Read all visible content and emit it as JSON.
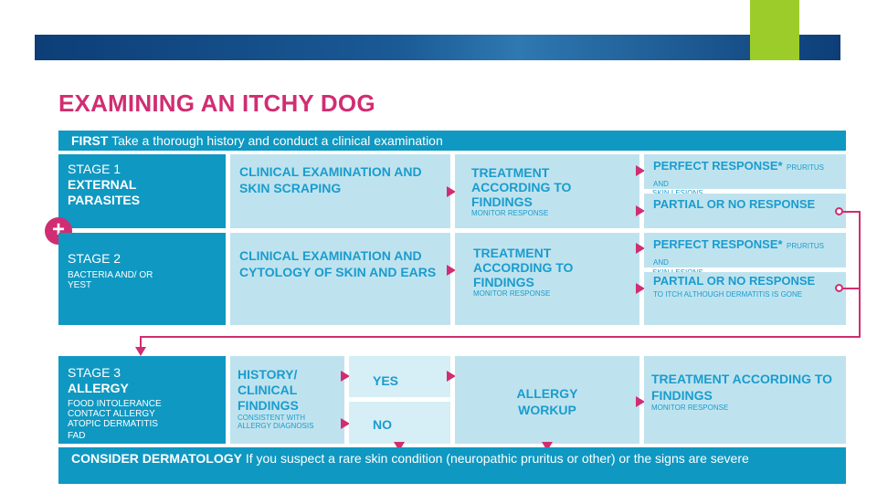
{
  "title": "EXAMINING AN ITCHY DOG",
  "first": {
    "bold": "FIRST",
    "text": "Take a thorough history and conduct a clinical examination"
  },
  "stage1": {
    "title_line1": "STAGE 1",
    "title_line2": "EXTERNAL",
    "title_line3": "PARASITES",
    "exam": "CLINICAL EXAMINATION AND SKIN SCRAPING",
    "treatment": "TREATMENT ACCORDING TO FINDINGS",
    "monitor": "MONITOR RESPONSE",
    "perfect": "PERFECT RESPONSE*",
    "perfect_note": "PRURITUS AND",
    "perfect_note2": "SKIN LESIONS",
    "partial": "PARTIAL OR NO RESPONSE"
  },
  "stage2": {
    "title": "STAGE 2",
    "sub": "BACTERIA AND/ OR YEST",
    "exam": "CLINICAL EXAMINATION AND CYTOLOGY OF SKIN AND EARS",
    "treatment": "TREATMENT ACCORDING TO FINDINGS",
    "monitor": "MONITOR RESPONSE",
    "perfect": "PERFECT RESPONSE*",
    "perfect_note": "PRURITUS AND",
    "perfect_note2": "SKIN LESIONS",
    "partial": "PARTIAL OR NO RESPONSE",
    "partial_note": "TO ITCH ALTHOUGH DERMATITIS IS GONE"
  },
  "plus_symbol": "+",
  "stage3": {
    "title": "STAGE 3",
    "title_bold": "ALLERGY",
    "sub_lines": [
      "FOOD INTOLERANCE",
      "CONTACT ALLERGY",
      "ATOPIC  DERMATITIS",
      "FAD"
    ],
    "history": "HISTORY/ CLINICAL FINDINGS",
    "history_note": "CONSISTENT WITH ALLERGY DIAGNOSIS",
    "yes": "YES",
    "no": "NO",
    "workup": "ALLERGY WORKUP",
    "treatment": "TREATMENT ACCORDING TO FINDINGS",
    "monitor": "MONITOR RESPONSE"
  },
  "dermatology": {
    "bold": "CONSIDER DERMATOLOGY",
    "text": "If you suspect a rare skin condition (neuropathic pruritus or other) or the signs are severe"
  },
  "colors": {
    "accent_blue": "#0f98c2",
    "cell_blue": "#bfe3ee",
    "magenta": "#d12d72",
    "green": "#9ccc2a",
    "navy": "#0d3e78"
  }
}
